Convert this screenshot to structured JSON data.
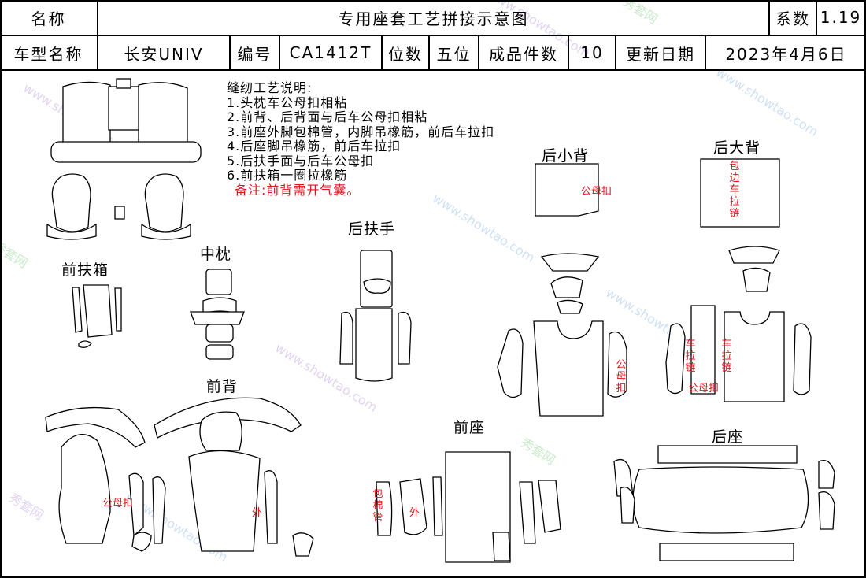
{
  "header": {
    "name_label": "名称",
    "title": "专用座套工艺拼接示意图",
    "coef_label": "系数",
    "coef_value": "1.19",
    "model_label": "车型名称",
    "model_value": "长安UNIV",
    "code_label": "编号",
    "code_value": "CA1412T",
    "seats_label": "位数",
    "seats_value": "五位",
    "pieces_label": "成品件数",
    "pieces_value": "10",
    "date_label": "更新日期",
    "date_value": "2023年4月6日"
  },
  "notes": {
    "title": "缝纫工艺说明:",
    "items": [
      "1.头枕车公母扣相粘",
      "2.前背、后背面与后车公母扣相粘",
      "3.前座外脚包棉管，内脚吊橡筋，前后车拉扣",
      "4.后座脚吊橡筋，前后车拉扣",
      "5.后扶手面与后车公母扣",
      "6.前扶箱一圈拉橡筋"
    ],
    "remark": "备注:前背需开气囊。"
  },
  "labels": {
    "rear_small_back": "后小背",
    "rear_big_back": "后大背",
    "rear_armrest": "后扶手",
    "middle_pillow": "中枕",
    "front_armbox": "前扶箱",
    "front_back": "前背",
    "front_seat": "前座",
    "rear_seat": "后座"
  },
  "annotations": {
    "snap": "公母扣",
    "outer": "外",
    "wrap_edge_zip": "包边车拉链",
    "zip": "车拉链",
    "snap2": "公母扣",
    "cotton_tube": "包棉管"
  },
  "watermark": {
    "brand": "秀套网",
    "site": "www.showtao.com"
  },
  "colors": {
    "annotation": "#e0141e",
    "line": "#000000"
  }
}
